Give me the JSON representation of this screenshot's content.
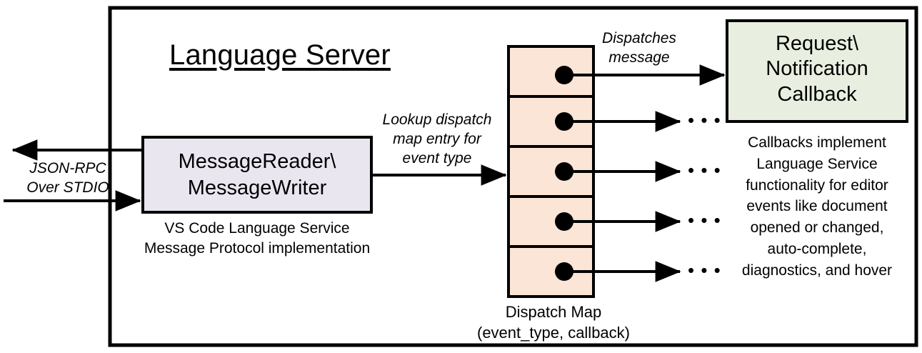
{
  "diagram": {
    "title": "Language Server",
    "outer_frame": {
      "name": "language-server-boundary"
    },
    "left_io": {
      "label": "JSON-RPC\nOver STDIO",
      "outbound_arrow": "arrow-out-left",
      "inbound_arrow": "arrow-in-right"
    },
    "message_box": {
      "label": "MessageReader\\\nMessageWriter",
      "caption": "VS Code Language Service\nMessage Protocol implementation",
      "fill": "#EAE6F0"
    },
    "lookup_label": "Lookup dispatch\nmap entry for\nevent type",
    "dispatch_map": {
      "caption": "Dispatch Map\n(event_type, callback)",
      "fill": "#FBE5D6",
      "rows": [
        {
          "id": "row-1",
          "dot": true,
          "arrow": "long",
          "ellipsis": ""
        },
        {
          "id": "row-2",
          "dot": true,
          "arrow": "short",
          "ellipsis": "• • •"
        },
        {
          "id": "row-3",
          "dot": true,
          "arrow": "short",
          "ellipsis": "• • •"
        },
        {
          "id": "row-4",
          "dot": true,
          "arrow": "short",
          "ellipsis": "• • •"
        },
        {
          "id": "row-5",
          "dot": true,
          "arrow": "short",
          "ellipsis": "• • •"
        }
      ]
    },
    "dispatch_label": "Dispatches\nmessage",
    "callback_box": {
      "label": "Request\\\nNotification\nCallback",
      "caption": "Callbacks implement\nLanguage Service\nfunctionality for editor\nevents like document\nopened or changed,\nauto-complete,\ndiagnostics, and hover",
      "fill": "#E9EFE0"
    },
    "colors": {
      "stroke": "#000000",
      "background": "#FFFFFF",
      "lavender": "#EAE6F0",
      "peach": "#FBE5D6",
      "green": "#E9EFE0"
    }
  }
}
